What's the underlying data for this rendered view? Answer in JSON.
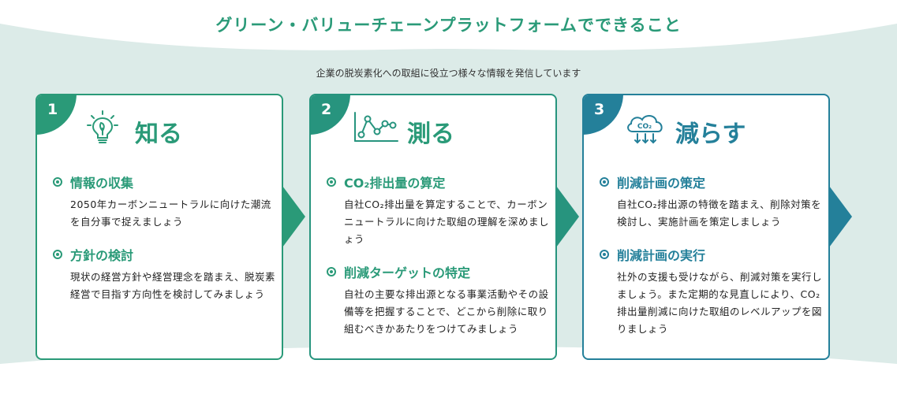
{
  "title": "グリーン・バリューチェーンプラットフォームでできること",
  "subtitle": "企業の脱炭素化への取組に役立つ様々な情報を発信しています",
  "colors": {
    "green": "#2a9a78",
    "teal": "#27947e",
    "blue": "#24809a",
    "band": "#dcebe8"
  },
  "cards": [
    {
      "number": "1",
      "heading": "知る",
      "icon": "lightbulb-leaf-icon",
      "sections": [
        {
          "title": "情報の収集",
          "body": "2050年カーボンニュートラルに向けた潮流を自分事で捉えましょう"
        },
        {
          "title": "方針の検討",
          "body": "現状の経営方針や経営理念を踏まえ、脱炭素経営で目指す方向性を検討してみましょう"
        }
      ]
    },
    {
      "number": "2",
      "heading": "測る",
      "icon": "line-chart-icon",
      "sections": [
        {
          "title": "CO₂排出量の算定",
          "body": "自社CO₂排出量を算定することで、カーボンニュートラルに向けた取組の理解を深めましょう"
        },
        {
          "title": "削減ターゲットの特定",
          "body": "自社の主要な排出源となる事業活動やその設備等を把握することで、どこから削除に取り組むべきかあたりをつけてみましょう"
        }
      ]
    },
    {
      "number": "3",
      "heading": "減らす",
      "icon": "co2-cloud-down-icon",
      "icon_text": "CO₂",
      "sections": [
        {
          "title": "削減計画の策定",
          "body": "自社CO₂排出源の特徴を踏まえ、削除対策を検討し、実施計画を策定しましょう"
        },
        {
          "title": "削減計画の実行",
          "body": "社外の支援も受けながら、削減対策を実行しましょう。また定期的な見直しにより、CO₂排出量削減に向けた取組のレベルアップを図りましょう"
        }
      ]
    }
  ]
}
